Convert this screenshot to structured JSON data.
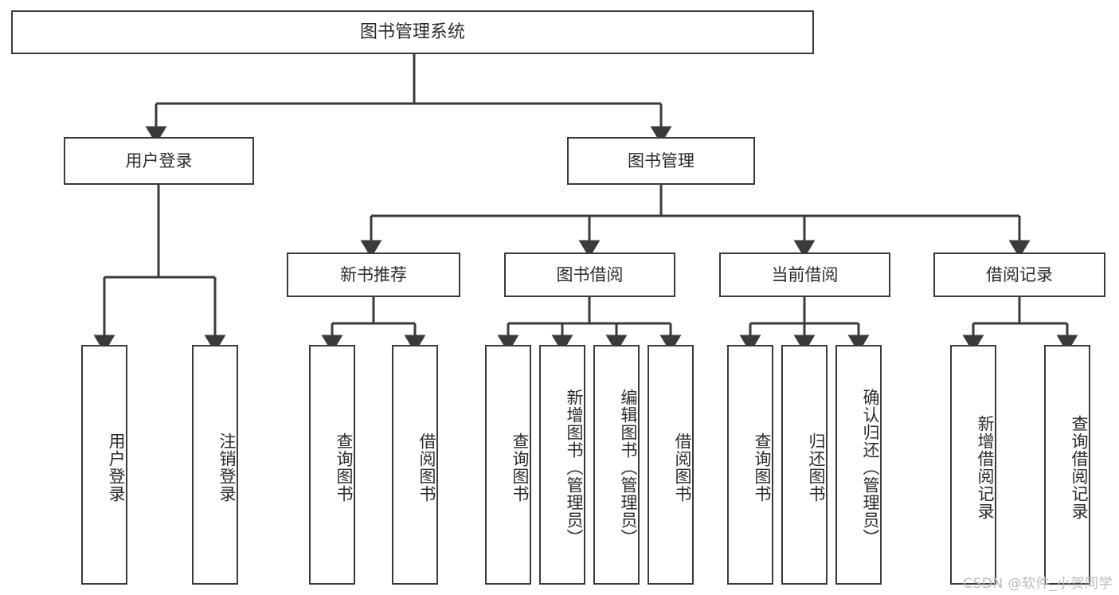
{
  "diagram": {
    "title": "图书管理系统",
    "watermark": "CSDN @软件_小贺同学",
    "colors": {
      "stroke": "#3a3a3c",
      "text": "#2b2b2d",
      "background": "#ffffff",
      "watermark": "#b9b9bb"
    },
    "root": {
      "label": "图书管理系统"
    },
    "level1": [
      {
        "label": "用户登录"
      },
      {
        "label": "图书管理"
      }
    ],
    "level2": [
      {
        "label": "新书推荐"
      },
      {
        "label": "图书借阅"
      },
      {
        "label": "当前借阅"
      },
      {
        "label": "借阅记录"
      }
    ],
    "leaves": {
      "user_login": [
        {
          "label": "用户登录"
        },
        {
          "label": "注销登录"
        }
      ],
      "new_book": [
        {
          "label": "查询图书"
        },
        {
          "label": "借阅图书"
        }
      ],
      "book_borrow": [
        {
          "label": "查询图书"
        },
        {
          "label": "新增图书（管理员）"
        },
        {
          "label": "编辑图书（管理员）"
        },
        {
          "label": "借阅图书"
        }
      ],
      "current_borrow": [
        {
          "label": "查询图书"
        },
        {
          "label": "归还图书"
        },
        {
          "label": "确认归还（管理员）"
        }
      ],
      "borrow_record": [
        {
          "label": "新增借阅记录"
        },
        {
          "label": "查询借阅记录"
        }
      ]
    }
  }
}
